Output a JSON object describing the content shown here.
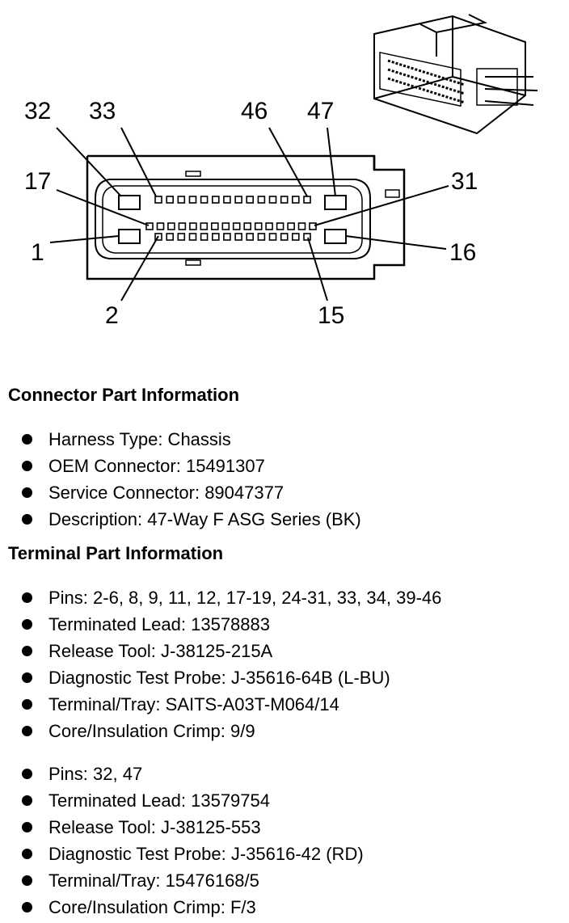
{
  "pin_labels": {
    "p32": "32",
    "p33": "33",
    "p46": "46",
    "p47": "47",
    "p17": "17",
    "p31": "31",
    "p1": "1",
    "p16": "16",
    "p2": "2",
    "p15": "15"
  },
  "connector_info": {
    "title": "Connector Part Information",
    "items": [
      "Harness Type: Chassis",
      "OEM Connector: 15491307",
      "Service Connector: 89047377",
      "Description: 47-Way F ASG Series (BK)"
    ]
  },
  "terminal_info": {
    "title": "Terminal Part Information",
    "group1": [
      "Pins: 2-6, 8, 9, 11, 12, 17-19, 24-31, 33, 34, 39-46",
      "Terminated Lead: 13578883",
      "Release Tool: J-38125-215A",
      "Diagnostic Test Probe: J-35616-64B (L-BU)",
      "Terminal/Tray: SAITS-A03T-M064/14",
      "Core/Insulation Crimp: 9/9"
    ],
    "group2": [
      "Pins: 32, 47",
      "Terminated Lead: 13579754",
      "Release Tool: J-38125-553",
      "Diagnostic Test Probe: J-35616-42 (RD)",
      "Terminal/Tray: 15476168/5",
      "Core/Insulation Crimp: F/3"
    ]
  }
}
